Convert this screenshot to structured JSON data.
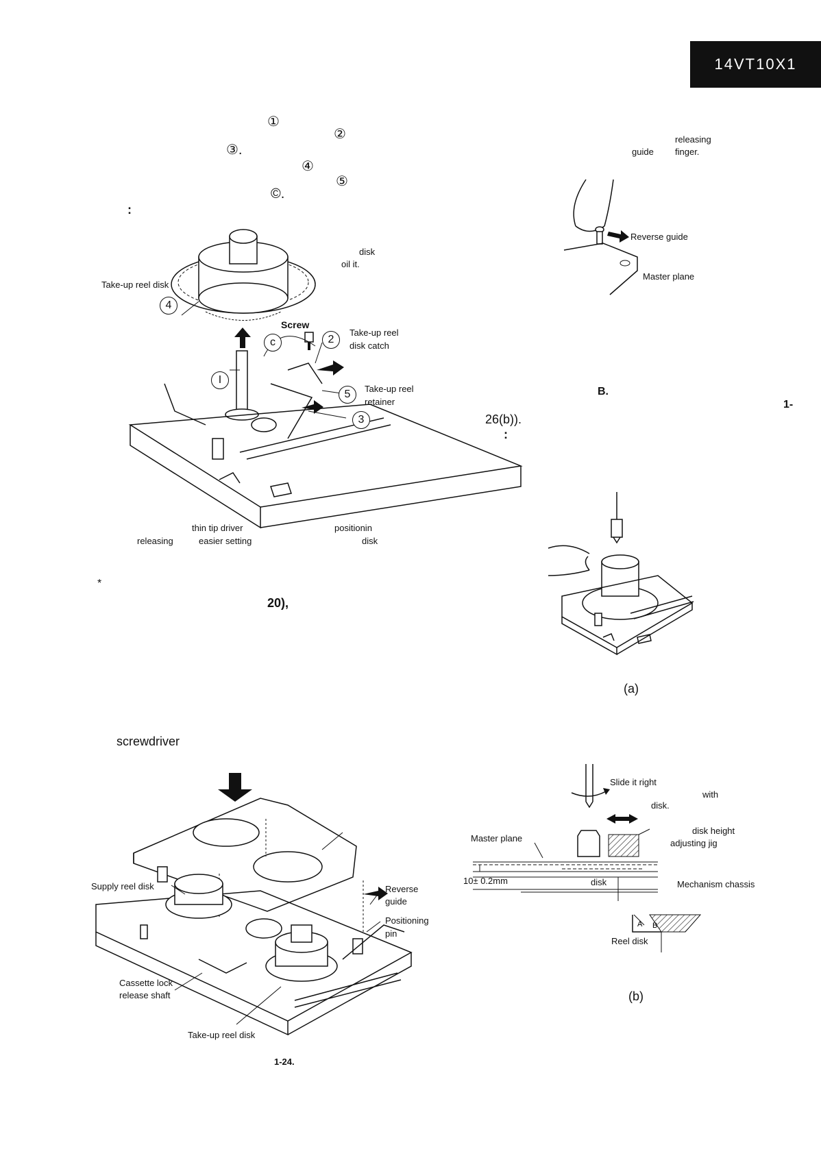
{
  "model": "14VT10X1",
  "left_col": {
    "step_marks": [
      "①",
      "②",
      "③.",
      "④",
      "⑤",
      "©."
    ],
    "colon": ":",
    "fig1_labels": {
      "disk": "disk",
      "oil_it": "oil   it.",
      "takeup_reel_disk": "Take-up reel disk",
      "screw": "Screw",
      "takeup_catch_1": "Take-up reel",
      "takeup_catch_2": "disk catch",
      "takeup_retainer_1": "Take-up reel",
      "takeup_retainer_2": "retainer",
      "n4": "4",
      "nc": "c",
      "n2": "2",
      "n1": "I",
      "n5": "5",
      "n3": "3"
    },
    "caption_row1": [
      "thin tip driver",
      "positionin"
    ],
    "caption_row2": [
      "releasing",
      "easier setting",
      "disk"
    ],
    "star": "*",
    "ref_20": "20),",
    "screwdriver": "screwdriver",
    "fig2_labels": {
      "supply_reel_disk": "Supply reel disk",
      "reverse_guide_1": "Reverse",
      "reverse_guide_2": "guide",
      "positioning_pin_1": "Positioning",
      "positioning_pin_2": "pin",
      "cassette_lock_1": "Cassette lock",
      "cassette_lock_2": "release shaft",
      "takeup_reel_disk": "Take-up reel disk"
    },
    "fig_number": "1-24."
  },
  "right_col": {
    "releasing": "releasing",
    "guide": "guide",
    "finger": "finger.",
    "reverse_guide": "Reverse guide",
    "master_plane": "Master plane",
    "b_label": "B.",
    "one_dash": "1-",
    "ref_26b": "26(b)).",
    "colon": ":",
    "fig_a": "(a)",
    "fig_b_labels": {
      "slide_right": "Slide it right",
      "with": "with",
      "disk": "disk.",
      "master_plane": "Master plane",
      "disk_height": "disk height",
      "adjusting_jig": "adjusting jig",
      "dimension": "10± 0.2mm",
      "disk_lower": "disk",
      "mechanism_chassis": "Mechanism chassis",
      "a": "A",
      "b": "B",
      "reel_disk": "Reel disk"
    },
    "fig_b": "(b)"
  }
}
